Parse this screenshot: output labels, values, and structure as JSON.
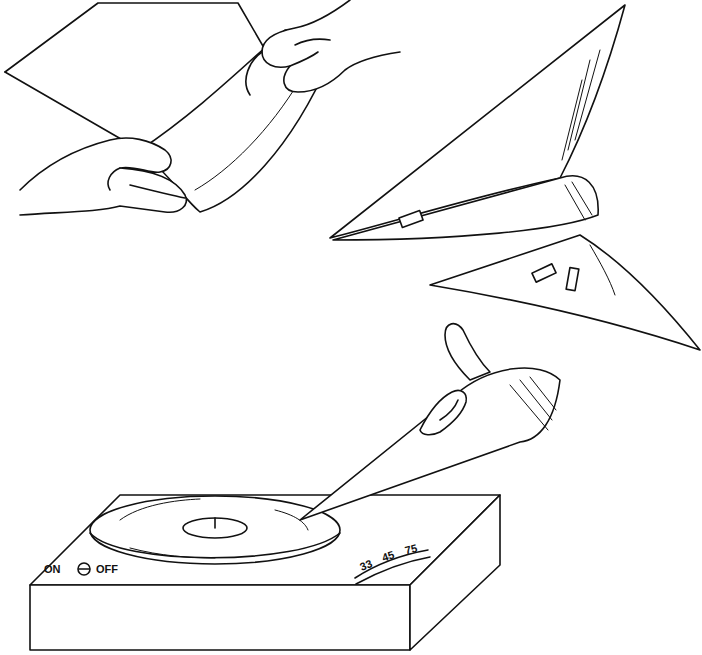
{
  "diagram": {
    "labels": [
      "ON",
      "OFF",
      "33",
      "45",
      "75"
    ]
  }
}
